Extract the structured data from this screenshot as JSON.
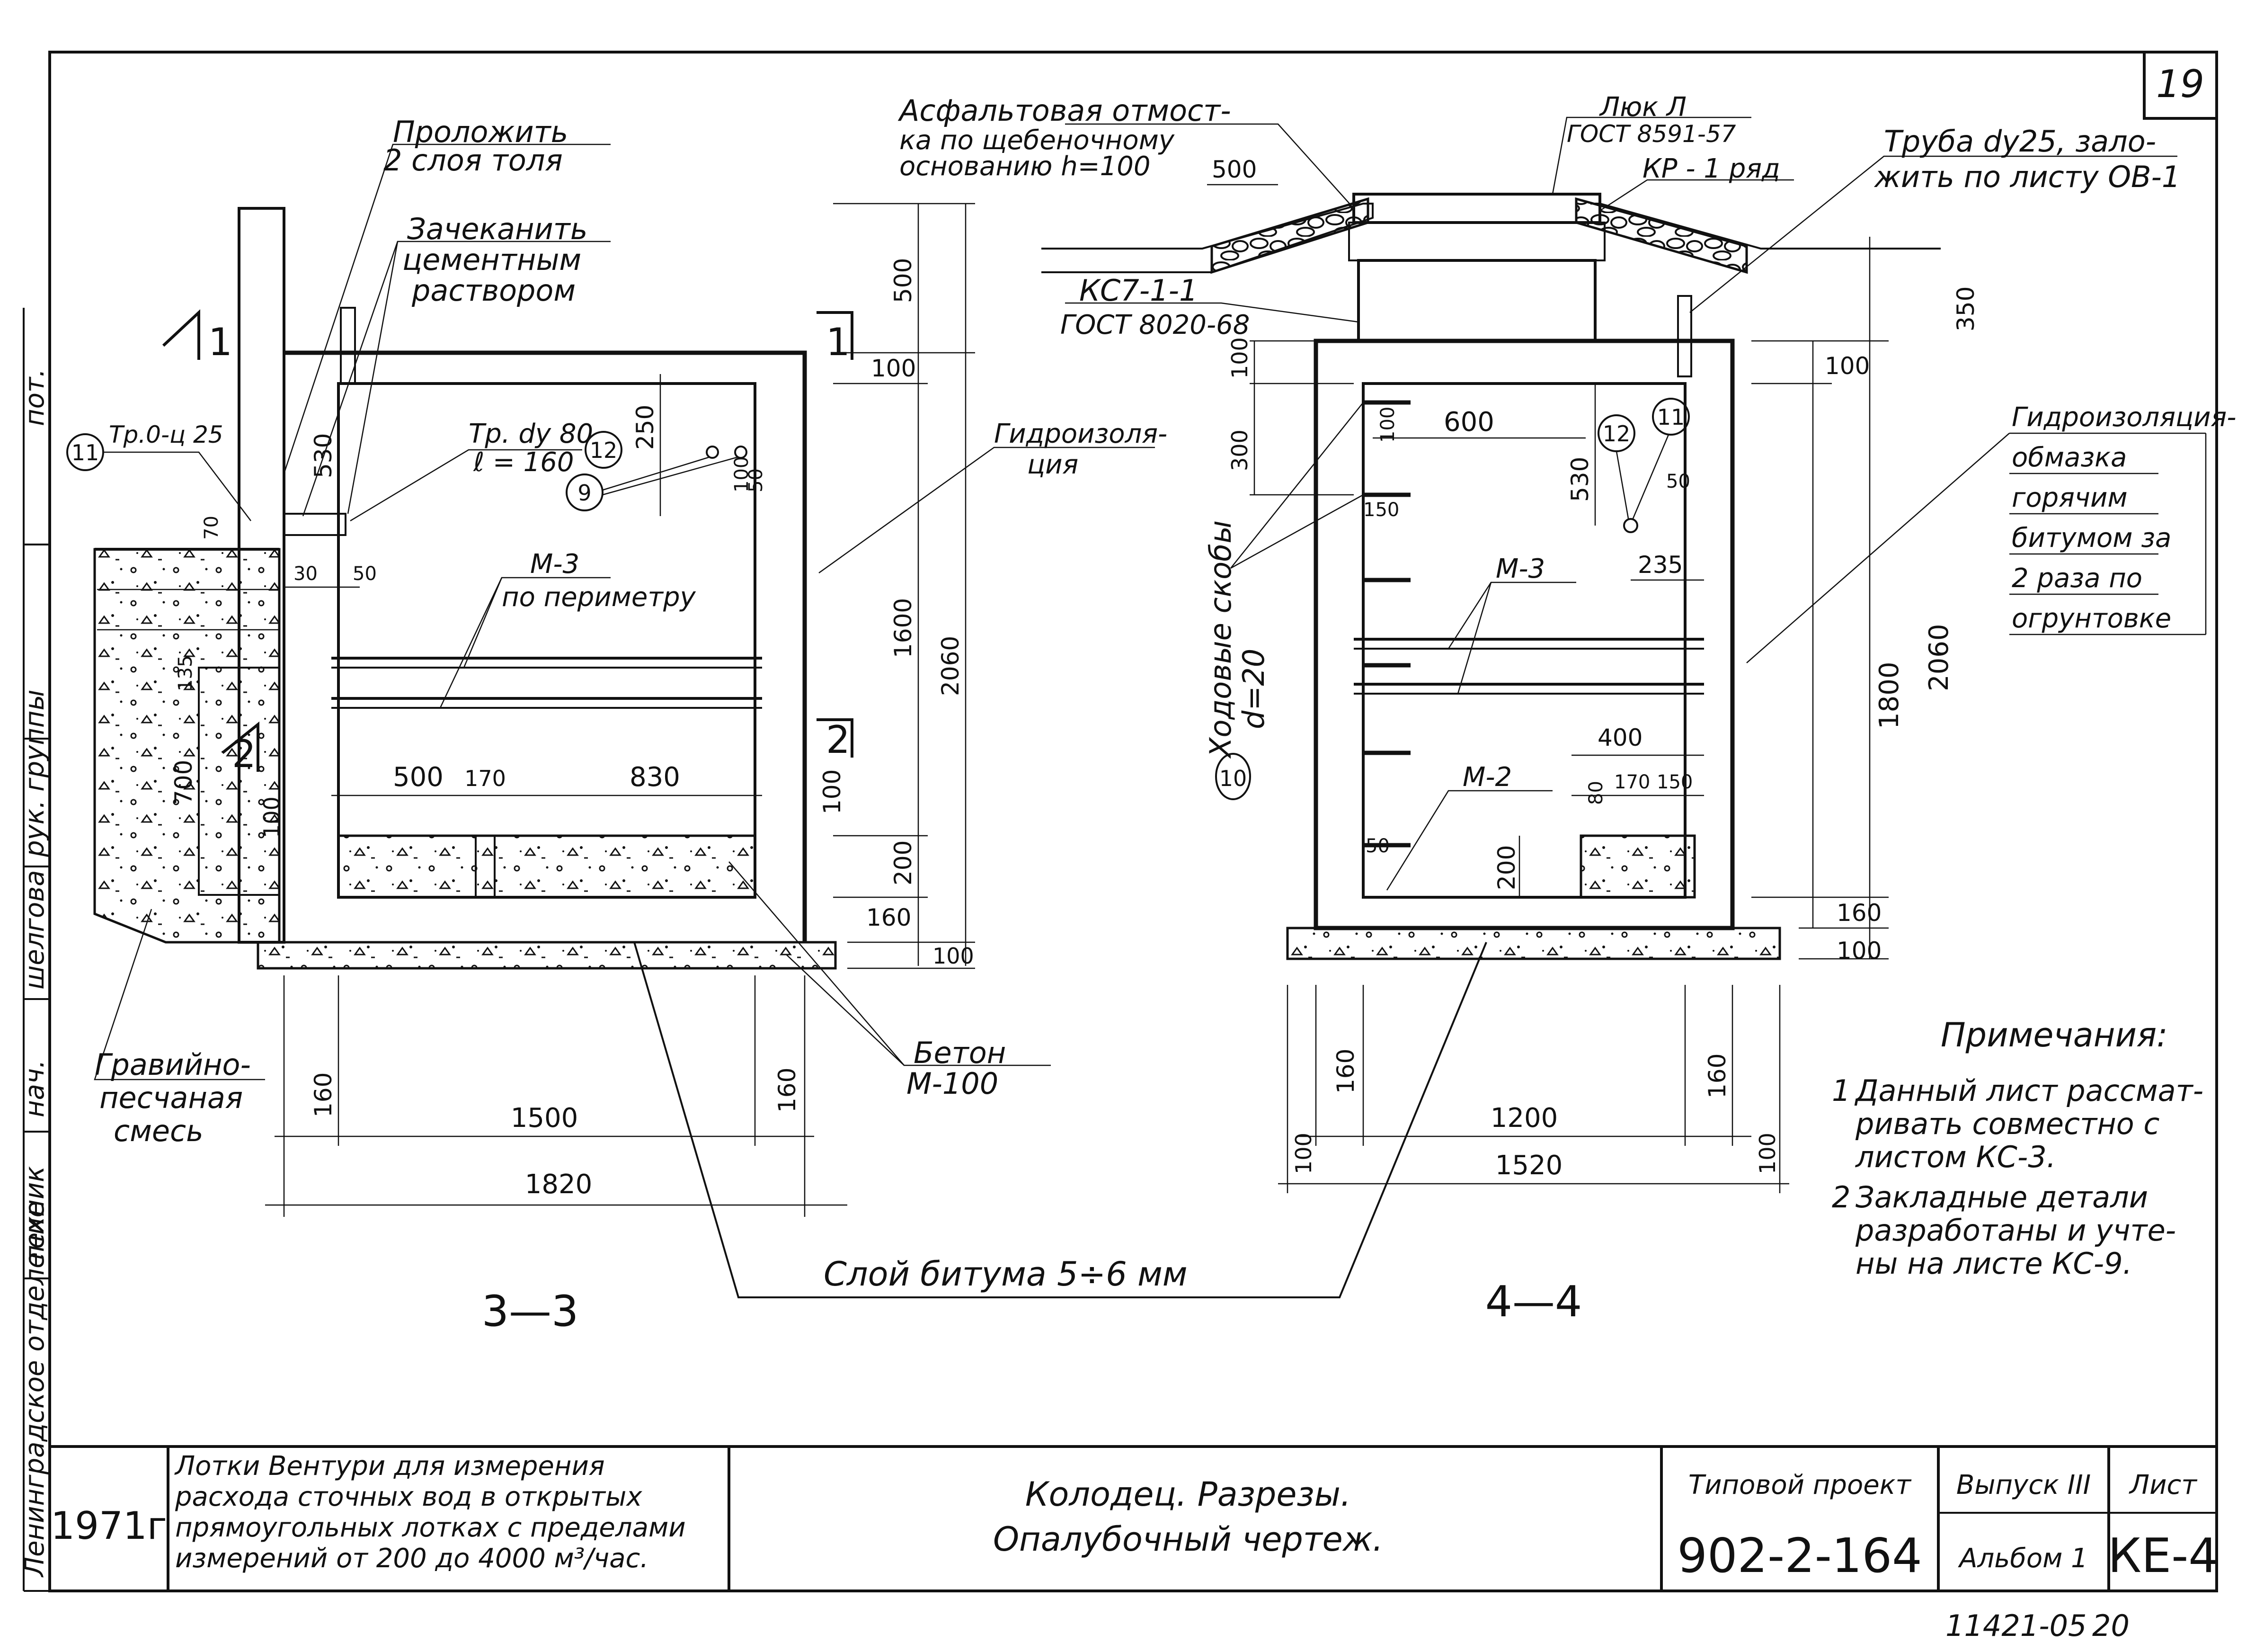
{
  "sheet": {
    "sheet_number": "19",
    "bottom_code": "11421-05",
    "bottom_page": "20"
  },
  "left_margin": {
    "items": [
      "Ленинградское отделение",
      "техник",
      "нач.",
      "шелгова",
      "рук. группы",
      "пот."
    ]
  },
  "section_3": {
    "title": "3—3",
    "labels": {
      "lay_tar_1": "Проложить",
      "lay_tar_2": "2 слоя толя",
      "caulk_1": "Зачеканить",
      "caulk_2": "цементным",
      "caulk_3": "раствором",
      "pipe_tag_num": "11",
      "pipe_tag_text": "Тр.0-ц 25",
      "pipe80_1": "Тр. dу 80",
      "pipe80_2": "ℓ = 160",
      "callout_12": "12",
      "callout_9": "9",
      "m3": "М-3",
      "m3_perim": "по периметру",
      "waterproof_1": "Гидроизоля-",
      "waterproof_2": "ция",
      "gravel_1": "Гравийно-",
      "gravel_2": "песчаная",
      "gravel_3": "смесь",
      "concrete_1": "Бетон",
      "concrete_2": "М-100",
      "cut_1": "1",
      "cut_2": "2"
    },
    "dims": {
      "d500": "500",
      "d100a": "100",
      "d1600": "1600",
      "d2060": "2060",
      "d200": "200",
      "d160": "160",
      "d100b": "100",
      "d100c": "100",
      "d530": "530",
      "d250": "250",
      "d100d": "100",
      "d50a": "50",
      "d70": "70",
      "d30": "30",
      "d50b": "50",
      "d135": "135",
      "d700": "700",
      "d100e": "100",
      "d500b": "500",
      "d170": "170",
      "d830": "830",
      "d160a": "160",
      "d160b": "160",
      "d1500": "1500",
      "d1820": "1820"
    }
  },
  "section_4": {
    "title": "4—4",
    "labels": {
      "asphalt_1": "Асфальтовая отмост-",
      "asphalt_2": "ка по щебеночному",
      "asphalt_3": "основанию h=100",
      "hatch_1": "Люк Л",
      "hatch_2": "ГОСТ 8591-57",
      "kr": "КР - 1 ряд",
      "pipe25_1": "Труба dу25, зало-",
      "pipe25_2": "жить по листу ОВ-1",
      "ks_1": "КС7-1-1",
      "ks_2": "ГОСТ 8020-68",
      "waterproof_1": "Гидроизоляция-",
      "waterproof_2": "обмазка",
      "waterproof_3": "горячим",
      "waterproof_4": "битумом за",
      "waterproof_5": "2 раза по",
      "waterproof_6": "огрунтовке",
      "steps_1": "Ходовые скобы",
      "steps_2": "d=20",
      "callout_10": "10",
      "callout_12": "12",
      "callout_11": "11",
      "m3": "М-3",
      "m2": "М-2"
    },
    "dims": {
      "d500": "500",
      "d350": "350",
      "d100a": "100",
      "d100b": "100",
      "d300": "300",
      "d100c": "100",
      "d600": "600",
      "d150a": "150",
      "d530": "530",
      "d50a": "50",
      "d235": "235",
      "d1800": "1800",
      "d2060": "2060",
      "d400": "400",
      "d80": "80",
      "d170": "170",
      "d150b": "150",
      "d50b": "50",
      "d200": "200",
      "d160a": "160",
      "d100d": "100",
      "d160b": "160",
      "d160c": "160",
      "d100e": "100",
      "d100f": "100",
      "d1200": "1200",
      "d1520": "1520"
    }
  },
  "bitumen_note": "Слой битума 5÷6 мм",
  "notes": {
    "heading": "Примечания:",
    "items": [
      {
        "num": "1",
        "lines": [
          "Данный лист рассмат-",
          "ривать совместно с",
          "листом КС-3."
        ]
      },
      {
        "num": "2",
        "lines": [
          "Закладные детали",
          "разработаны и учте-",
          "ны на листе КС-9."
        ]
      }
    ]
  },
  "title_block": {
    "year": "1971г",
    "project_desc": [
      "Лотки Вентури для измерения",
      "расхода сточных вод в открытых",
      "прямоугольных лотках с пределами",
      "измерений от 200 до 4000 м³/час."
    ],
    "drawing_title_1": "Колодец. Разрезы.",
    "drawing_title_2": "Опалубочный чертеж.",
    "typical_project_label": "Типовой проект",
    "project_number": "902-2-164",
    "issue_label": "Выпуск III",
    "album_label": "Альбом 1",
    "sheet_label": "Лист",
    "sheet_code": "КЕ-4"
  }
}
